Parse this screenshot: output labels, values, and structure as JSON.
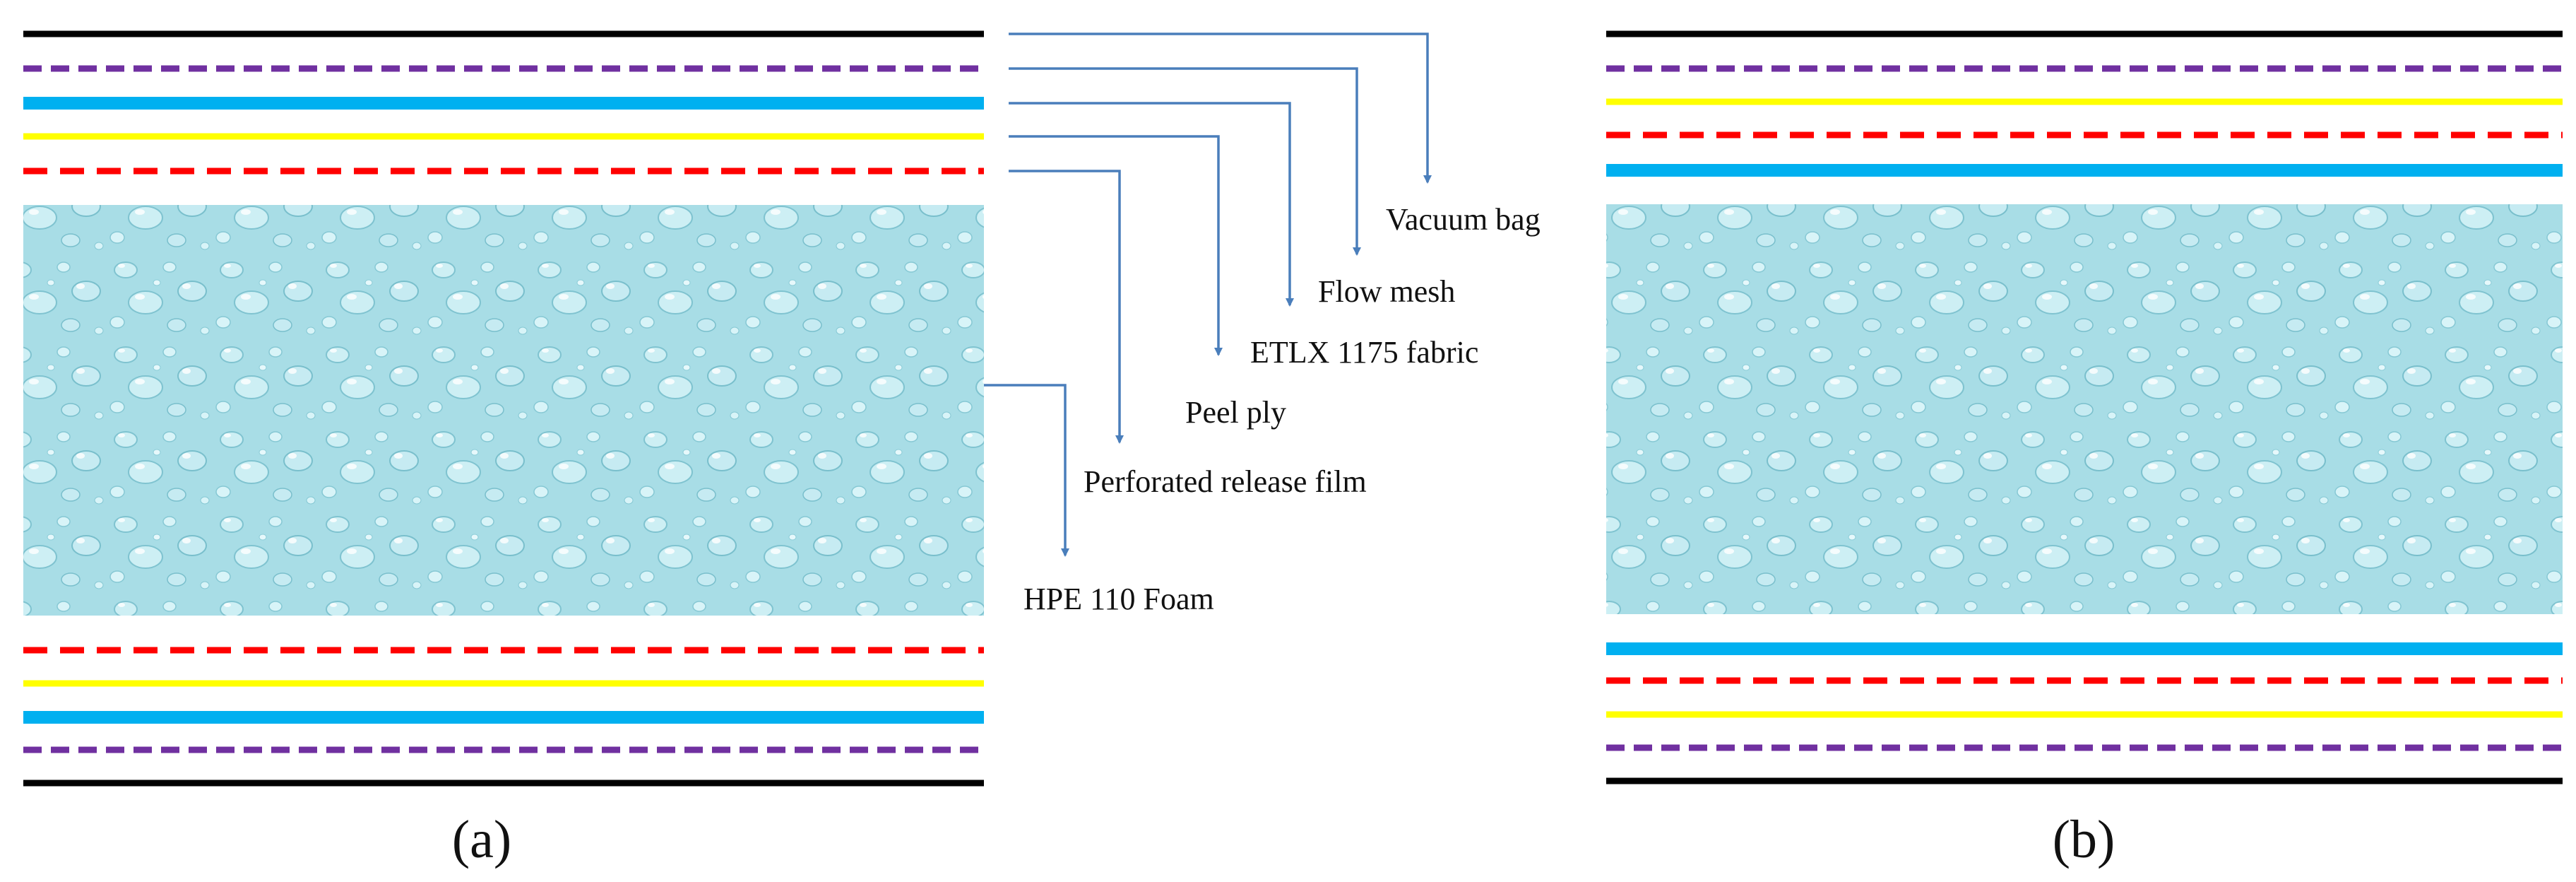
{
  "colors": {
    "vacuum_bag": "#000000",
    "flow_mesh": "#7030a0",
    "etlx_fabric": "#00b0f0",
    "peel_ply": "#ffff00",
    "release_film": "#ff0000",
    "arrow": "#4a7ebb",
    "foam_base": "#a8dde6",
    "foam_drop": "#cdeff4",
    "foam_shade": "#7fc3d0"
  },
  "layers": {
    "vacuum_bag": "Vacuum bag",
    "flow_mesh": "Flow mesh",
    "etlx_fabric": "ETLX 1175 fabric",
    "peel_ply": "Peel ply",
    "release_film": "Perforated release film",
    "foam": "HPE 110 Foam"
  },
  "captions": {
    "a": "(a)",
    "b": "(b)"
  }
}
